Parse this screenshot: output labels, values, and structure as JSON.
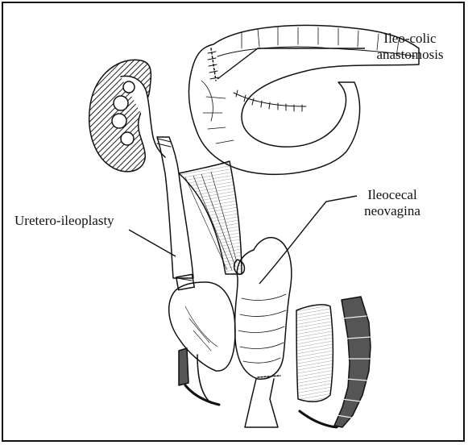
{
  "labels": {
    "ileo_colic": "Ileo-colic",
    "anastomosis": "anastomosis",
    "ileocecal": "Ileocecal",
    "neovagina": "neovagina",
    "uretero": "Uretero-ileoplasty"
  },
  "colors": {
    "ink": "#111111",
    "hatch": "#333333",
    "dark_bowel": "#555555"
  }
}
